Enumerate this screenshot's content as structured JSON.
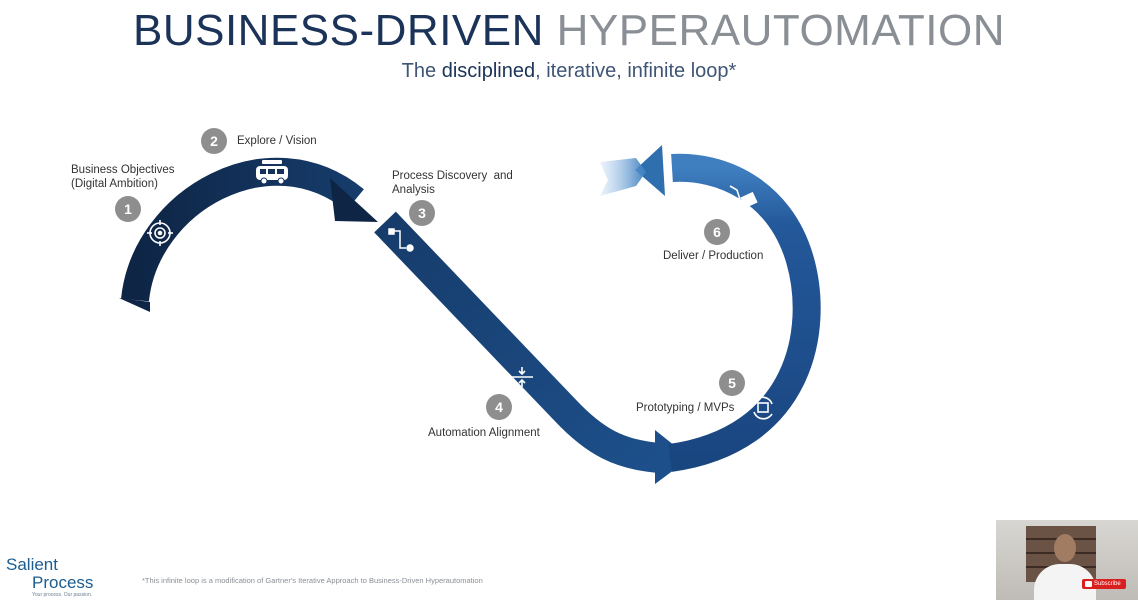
{
  "title_part1": "BUSINESS-DRIVEN",
  "title_part2": "HYPERAUTOMATION",
  "subtitle_pre": "The",
  "subtitle_bold": "disciplined",
  "subtitle_post": ", iterative, infinite loop*",
  "steps": [
    {
      "number": "1",
      "label_line1": "Business Objectives",
      "label_line2": "(Digital Ambition)",
      "icon": "target-icon"
    },
    {
      "number": "2",
      "label_line1": "Explore / Vision",
      "icon": "van-icon"
    },
    {
      "number": "3",
      "label_line1": "Process Discovery  and",
      "label_line2": "Analysis",
      "icon": "process-flow-icon"
    },
    {
      "number": "4",
      "label_line1": "Automation Alignment",
      "icon": "align-icon"
    },
    {
      "number": "5",
      "label_line1": "Prototyping / MVPs",
      "icon": "cycle-box-icon"
    },
    {
      "number": "6",
      "label_line1": "Deliver / Production",
      "icon": "hand-truck-icon"
    }
  ],
  "logo": {
    "line1": "Salient",
    "line2": "Process",
    "tagline": "Your process. Our passion."
  },
  "footnote": "*This infinite loop is a modification of Gartner's Iterative Approach to Business-Driven Hyperautomation",
  "video": {
    "subscribe_label": "Subscribe"
  },
  "colors": {
    "dark_navy": "#0f2a4d",
    "blue": "#1d4f8a",
    "light_blue": "#3f7fc0",
    "badge_gray": "#8e8e8e"
  }
}
